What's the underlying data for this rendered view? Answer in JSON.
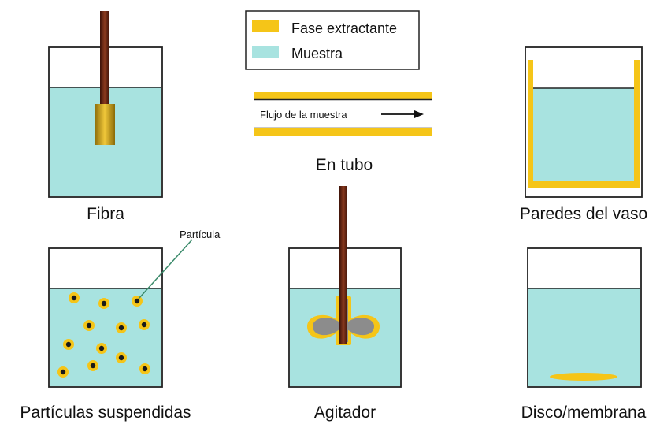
{
  "legend": {
    "extract_phase": "Fase extractante",
    "sample": "Muestra"
  },
  "colors": {
    "extract_phase": "#f5c518",
    "sample": "#a8e3e0",
    "rod": "#5a1f10",
    "outline": "#222222",
    "stirrer_blade": "#8c8c8c",
    "annotation_line": "#3a8a6a"
  },
  "panels": {
    "fiber": "Fibra",
    "tube": "En tubo",
    "tube_flow": "Flujo de la muestra",
    "vessel_walls": "Paredes del vaso",
    "particles": "Partículas suspendidas",
    "particle_callout": "Partícula",
    "stirrer": "Agitador",
    "disc": "Disco/membrana"
  }
}
